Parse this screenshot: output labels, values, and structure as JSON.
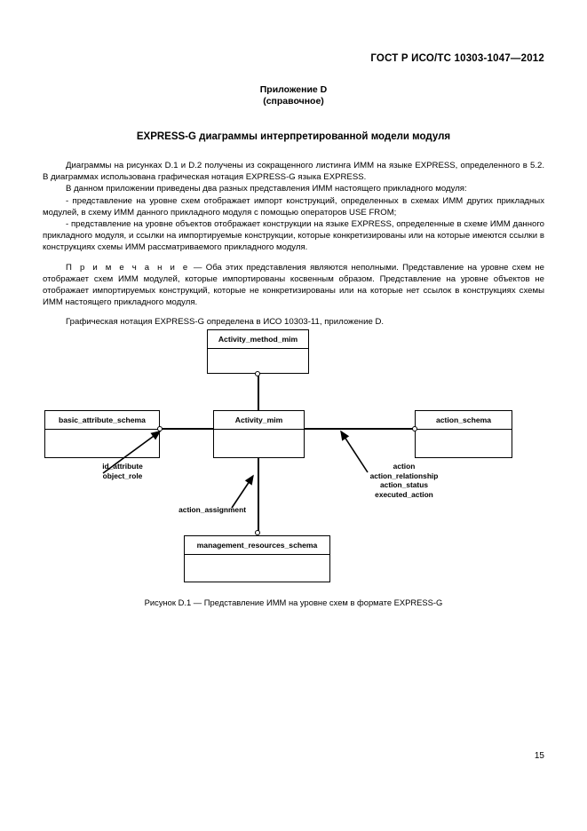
{
  "header": {
    "standard_number": "ГОСТ Р ИСО/ТС 10303-1047—2012"
  },
  "appendix": {
    "line1": "Приложение D",
    "line2": "(справочное)"
  },
  "section": {
    "title": "EXPRESS-G диаграммы интерпретированной модели модуля"
  },
  "body": {
    "p1": "Диаграммы на рисунках D.1 и D.2 получены из сокращенного листинга ИММ на языке EXPRESS, определенного в 5.2. В диаграммах использована графическая нотация EXPRESS-G языка EXPRESS.",
    "p2": "В данном приложении приведены два разных представления ИММ настоящего прикладного модуля:",
    "p3": "- представление на уровне схем отображает импорт конструкций, определенных в схемах ИММ других прикладных модулей, в схему ИММ данного прикладного модуля с помощью операторов USE FROM;",
    "p4": "- представление на уровне объектов отображает конструкции на языке EXPRESS, определенные в схеме ИММ данного прикладного модуля, и ссылки на импортируемые конструкции, которые конкретизированы или на которые имеются ссылки в конструкциях схемы ИММ рассматриваемого прикладного модуля.",
    "note_label": "П р и м е ч а н и е",
    "note_dash": " — ",
    "note_text": "Оба этих представления являются неполными. Представление на уровне схем не отображает схем ИММ модулей, которые импортированы косвенным образом. Представление на уровне объектов не отображает импортируемых конструкций, которые не конкретизированы или на которые нет ссылок в конструкциях схемы ИММ настоящего прикладного модуля.",
    "p5": "Графическая нотация EXPRESS-G определена в ИСО 10303-11, приложение D."
  },
  "diagram": {
    "boxes": [
      {
        "name": "Activity_method_mim"
      },
      {
        "name": "basic_attribute_schema"
      },
      {
        "name": "Activity_mim"
      },
      {
        "name": "action_schema"
      },
      {
        "name": "management_resources_schema"
      }
    ],
    "labels": {
      "left": "id_attribute\nobject_role",
      "left_line1": "id_attribute",
      "left_line2": "object_role",
      "center": "action_assignment",
      "right_line1": "action",
      "right_line2": "action_relationship",
      "right_line3": "action_status",
      "right_line4": "executed_action"
    }
  },
  "caption": {
    "text": "Рисунок D.1 — Представление ИММ на уровне схем в формате EXPRESS-G"
  },
  "footer": {
    "page_number": "15"
  }
}
